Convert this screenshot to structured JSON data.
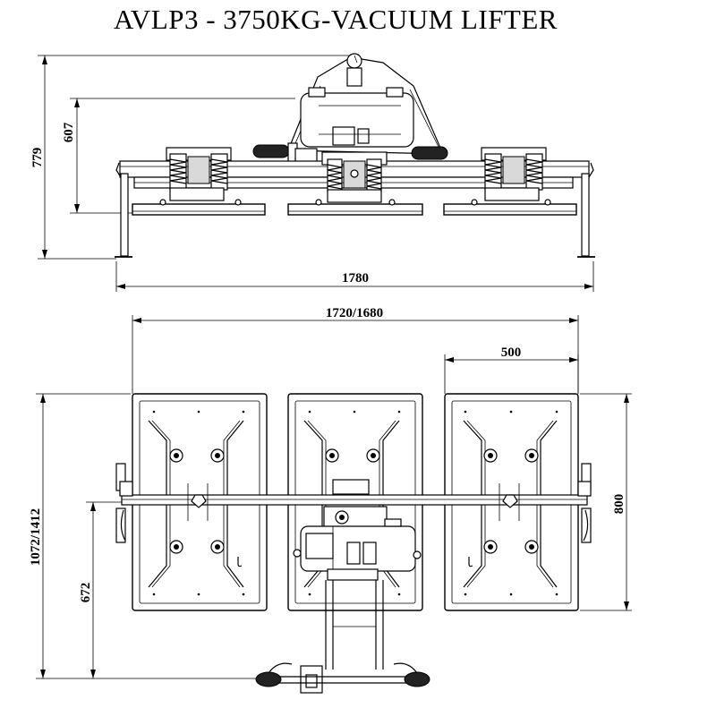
{
  "title": "AVLP3 - 3750KG-VACUUM LIFTER",
  "side_view": {
    "dimensions": {
      "total_height": "779",
      "beam_height": "607",
      "total_width": "1780"
    }
  },
  "top_view": {
    "dimensions": {
      "span_width": "1720/1680",
      "pad_width": "500",
      "pad_length": "800",
      "total_length": "1072/1412",
      "handle_offset": "672"
    },
    "pad_count": 3
  }
}
